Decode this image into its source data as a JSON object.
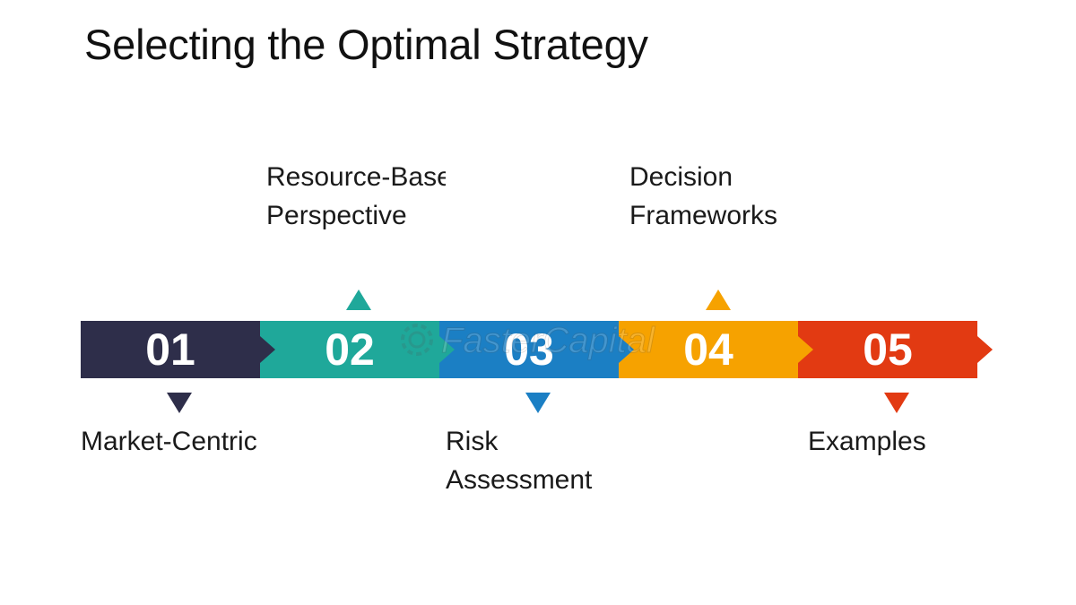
{
  "title": "Selecting the Optimal Strategy",
  "colors": {
    "step1": "#2e2e4a",
    "step2": "#1fa89a",
    "step3": "#1b7fc4",
    "step4": "#f6a200",
    "step5": "#e23a12"
  },
  "steps": [
    {
      "number": "01",
      "label_lines": [
        "Market-Centric"
      ],
      "label_position": "below"
    },
    {
      "number": "02",
      "label_lines": [
        "Resource-Based",
        "Perspective"
      ],
      "label_position": "above"
    },
    {
      "number": "03",
      "label_lines": [
        "Risk",
        "Assessment"
      ],
      "label_position": "below"
    },
    {
      "number": "04",
      "label_lines": [
        "Decision",
        "Frameworks"
      ],
      "label_position": "above"
    },
    {
      "number": "05",
      "label_lines": [
        "Examples"
      ],
      "label_position": "below"
    }
  ],
  "watermark": {
    "text": "FasterCapital",
    "icon": "gear-logo-icon"
  }
}
